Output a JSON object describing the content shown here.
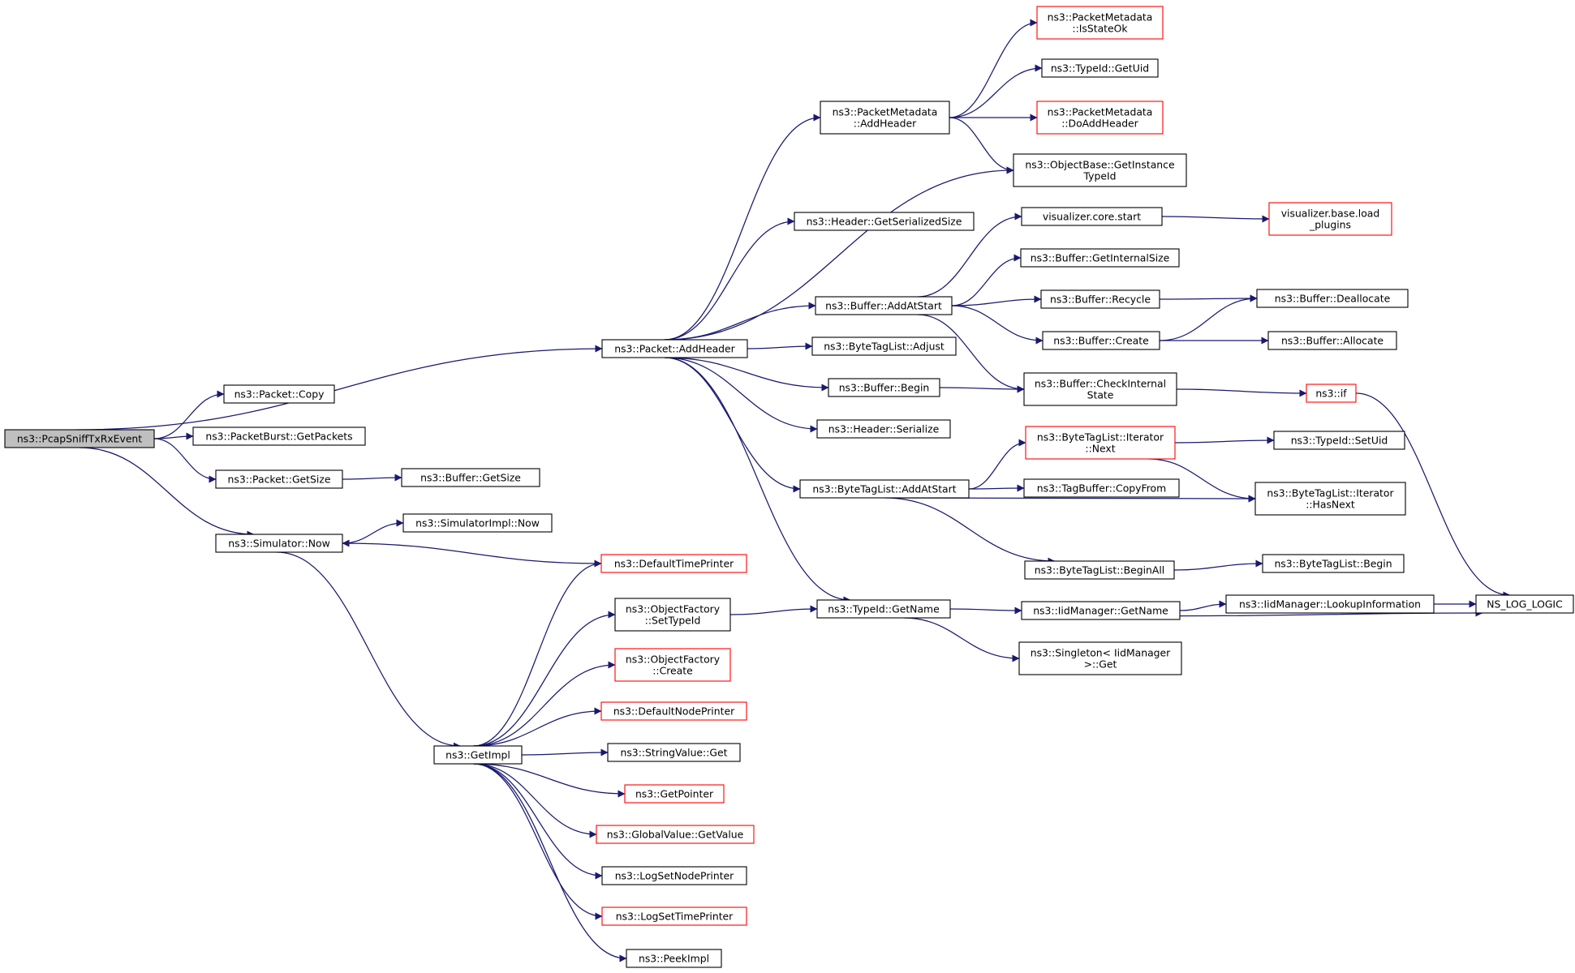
{
  "diagram": {
    "nodes": [
      {
        "id": "root",
        "lines": [
          "ns3::PcapSniffTxRxEvent"
        ],
        "style": "root"
      },
      {
        "id": "pktAddHeader",
        "lines": [
          "ns3::Packet::AddHeader"
        ],
        "style": "normal"
      },
      {
        "id": "pktCopy",
        "lines": [
          "ns3::Packet::Copy"
        ],
        "style": "normal"
      },
      {
        "id": "pbGetPackets",
        "lines": [
          "ns3::PacketBurst::GetPackets"
        ],
        "style": "normal"
      },
      {
        "id": "pktGetSize",
        "lines": [
          "ns3::Packet::GetSize"
        ],
        "style": "normal"
      },
      {
        "id": "bufGetSize",
        "lines": [
          "ns3::Buffer::GetSize"
        ],
        "style": "normal"
      },
      {
        "id": "simNow",
        "lines": [
          "ns3::Simulator::Now"
        ],
        "style": "normal"
      },
      {
        "id": "simImplNow",
        "lines": [
          "ns3::SimulatorImpl::Now"
        ],
        "style": "normal"
      },
      {
        "id": "defTimePrinter",
        "lines": [
          "ns3::DefaultTimePrinter"
        ],
        "style": "red"
      },
      {
        "id": "getImpl",
        "lines": [
          "ns3::GetImpl"
        ],
        "style": "normal"
      },
      {
        "id": "ofSetTypeId",
        "lines": [
          "ns3::ObjectFactory",
          "::SetTypeId"
        ],
        "style": "normal"
      },
      {
        "id": "ofCreate",
        "lines": [
          "ns3::ObjectFactory",
          "::Create"
        ],
        "style": "red"
      },
      {
        "id": "defNodePrinter",
        "lines": [
          "ns3::DefaultNodePrinter"
        ],
        "style": "red"
      },
      {
        "id": "strValGet",
        "lines": [
          "ns3::StringValue::Get"
        ],
        "style": "normal"
      },
      {
        "id": "getPointer",
        "lines": [
          "ns3::GetPointer"
        ],
        "style": "red"
      },
      {
        "id": "gvGetValue",
        "lines": [
          "ns3::GlobalValue::GetValue"
        ],
        "style": "red"
      },
      {
        "id": "logSetNode",
        "lines": [
          "ns3::LogSetNodePrinter"
        ],
        "style": "normal"
      },
      {
        "id": "logSetTime",
        "lines": [
          "ns3::LogSetTimePrinter"
        ],
        "style": "red"
      },
      {
        "id": "peekImpl",
        "lines": [
          "ns3::PeekImpl"
        ],
        "style": "normal"
      },
      {
        "id": "pmAddHeader",
        "lines": [
          "ns3::PacketMetadata",
          "::AddHeader"
        ],
        "style": "normal"
      },
      {
        "id": "hdrGetSerSize",
        "lines": [
          "ns3::Header::GetSerializedSize"
        ],
        "style": "normal"
      },
      {
        "id": "bufAddAtStart",
        "lines": [
          "ns3::Buffer::AddAtStart"
        ],
        "style": "normal"
      },
      {
        "id": "btlAdjust",
        "lines": [
          "ns3::ByteTagList::Adjust"
        ],
        "style": "normal"
      },
      {
        "id": "bufBegin",
        "lines": [
          "ns3::Buffer::Begin"
        ],
        "style": "normal"
      },
      {
        "id": "hdrSerialize",
        "lines": [
          "ns3::Header::Serialize"
        ],
        "style": "normal"
      },
      {
        "id": "btlAddAtStart",
        "lines": [
          "ns3::ByteTagList::AddAtStart"
        ],
        "style": "normal"
      },
      {
        "id": "tidGetName",
        "lines": [
          "ns3::TypeId::GetName"
        ],
        "style": "normal"
      },
      {
        "id": "pmIsStateOk",
        "lines": [
          "ns3::PacketMetadata",
          "::IsStateOk"
        ],
        "style": "red"
      },
      {
        "id": "tidGetUid",
        "lines": [
          "ns3::TypeId::GetUid"
        ],
        "style": "normal"
      },
      {
        "id": "pmDoAddHeader",
        "lines": [
          "ns3::PacketMetadata",
          "::DoAddHeader"
        ],
        "style": "red"
      },
      {
        "id": "obGetInstTid",
        "lines": [
          "ns3::ObjectBase::GetInstance",
          "TypeId"
        ],
        "style": "normal"
      },
      {
        "id": "vizStart",
        "lines": [
          "visualizer.core.start"
        ],
        "style": "normal"
      },
      {
        "id": "bufGetIntSize",
        "lines": [
          "ns3::Buffer::GetInternalSize"
        ],
        "style": "normal"
      },
      {
        "id": "bufRecycle",
        "lines": [
          "ns3::Buffer::Recycle"
        ],
        "style": "normal"
      },
      {
        "id": "bufCreate",
        "lines": [
          "ns3::Buffer::Create"
        ],
        "style": "normal"
      },
      {
        "id": "bufCheckInt",
        "lines": [
          "ns3::Buffer::CheckInternal",
          "State"
        ],
        "style": "normal"
      },
      {
        "id": "btlIterNext",
        "lines": [
          "ns3::ByteTagList::Iterator",
          "::Next"
        ],
        "style": "red"
      },
      {
        "id": "tbCopyFrom",
        "lines": [
          "ns3::TagBuffer::CopyFrom"
        ],
        "style": "normal"
      },
      {
        "id": "btlBeginAll",
        "lines": [
          "ns3::ByteTagList::BeginAll"
        ],
        "style": "normal"
      },
      {
        "id": "iidGetName",
        "lines": [
          "ns3::IidManager::GetName"
        ],
        "style": "normal"
      },
      {
        "id": "singletonGet",
        "lines": [
          "ns3::Singleton< IidManager",
          ">::Get"
        ],
        "style": "normal"
      },
      {
        "id": "vizLoadPlugins",
        "lines": [
          "visualizer.base.load",
          "_plugins"
        ],
        "style": "red"
      },
      {
        "id": "bufDealloc",
        "lines": [
          "ns3::Buffer::Deallocate"
        ],
        "style": "normal"
      },
      {
        "id": "bufAlloc",
        "lines": [
          "ns3::Buffer::Allocate"
        ],
        "style": "normal"
      },
      {
        "id": "nsIf",
        "lines": [
          "ns3::if"
        ],
        "style": "red"
      },
      {
        "id": "tidSetUid",
        "lines": [
          "ns3::TypeId::SetUid"
        ],
        "style": "normal"
      },
      {
        "id": "btlIterHasNext",
        "lines": [
          "ns3::ByteTagList::Iterator",
          "::HasNext"
        ],
        "style": "normal"
      },
      {
        "id": "btlBegin",
        "lines": [
          "ns3::ByteTagList::Begin"
        ],
        "style": "normal"
      },
      {
        "id": "iidLookup",
        "lines": [
          "ns3::IidManager::LookupInformation"
        ],
        "style": "normal"
      },
      {
        "id": "nsLogLogic",
        "lines": [
          "NS_LOG_LOGIC"
        ],
        "style": "normal"
      }
    ],
    "edges": [
      [
        "root",
        "pktAddHeader"
      ],
      [
        "root",
        "pktCopy"
      ],
      [
        "root",
        "pbGetPackets"
      ],
      [
        "root",
        "pktGetSize"
      ],
      [
        "root",
        "simNow"
      ],
      [
        "pktGetSize",
        "bufGetSize"
      ],
      [
        "simNow",
        "simImplNow"
      ],
      [
        "simNow",
        "getImpl"
      ],
      [
        "defTimePrinter",
        "simNow"
      ],
      [
        "getImpl",
        "defTimePrinter"
      ],
      [
        "getImpl",
        "ofSetTypeId"
      ],
      [
        "getImpl",
        "ofCreate"
      ],
      [
        "getImpl",
        "defNodePrinter"
      ],
      [
        "getImpl",
        "strValGet"
      ],
      [
        "getImpl",
        "getPointer"
      ],
      [
        "getImpl",
        "gvGetValue"
      ],
      [
        "getImpl",
        "logSetNode"
      ],
      [
        "getImpl",
        "logSetTime"
      ],
      [
        "getImpl",
        "peekImpl"
      ],
      [
        "ofSetTypeId",
        "tidGetName"
      ],
      [
        "pktAddHeader",
        "pmAddHeader"
      ],
      [
        "pktAddHeader",
        "hdrGetSerSize"
      ],
      [
        "pktAddHeader",
        "obGetInstTid"
      ],
      [
        "pktAddHeader",
        "bufAddAtStart"
      ],
      [
        "pktAddHeader",
        "btlAdjust"
      ],
      [
        "pktAddHeader",
        "bufBegin"
      ],
      [
        "pktAddHeader",
        "hdrSerialize"
      ],
      [
        "pktAddHeader",
        "btlAddAtStart"
      ],
      [
        "pktAddHeader",
        "tidGetName"
      ],
      [
        "pmAddHeader",
        "pmIsStateOk"
      ],
      [
        "pmAddHeader",
        "tidGetUid"
      ],
      [
        "pmAddHeader",
        "pmDoAddHeader"
      ],
      [
        "pmAddHeader",
        "obGetInstTid"
      ],
      [
        "bufAddAtStart",
        "vizStart"
      ],
      [
        "bufAddAtStart",
        "bufGetIntSize"
      ],
      [
        "bufAddAtStart",
        "bufRecycle"
      ],
      [
        "bufAddAtStart",
        "bufCreate"
      ],
      [
        "bufAddAtStart",
        "bufCheckInt"
      ],
      [
        "bufBegin",
        "bufCheckInt"
      ],
      [
        "btlAddAtStart",
        "btlIterNext"
      ],
      [
        "btlAddAtStart",
        "tbCopyFrom"
      ],
      [
        "btlAddAtStart",
        "btlIterHasNext"
      ],
      [
        "btlAddAtStart",
        "btlBeginAll"
      ],
      [
        "tidGetName",
        "iidGetName"
      ],
      [
        "tidGetName",
        "singletonGet"
      ],
      [
        "vizStart",
        "vizLoadPlugins"
      ],
      [
        "bufRecycle",
        "bufDealloc"
      ],
      [
        "bufCreate",
        "bufDealloc"
      ],
      [
        "bufCreate",
        "bufAlloc"
      ],
      [
        "bufCheckInt",
        "nsIf"
      ],
      [
        "nsIf",
        "nsLogLogic"
      ],
      [
        "btlIterNext",
        "tidSetUid"
      ],
      [
        "btlIterNext",
        "btlIterHasNext"
      ],
      [
        "btlBeginAll",
        "btlBegin"
      ],
      [
        "iidGetName",
        "iidLookup"
      ],
      [
        "iidGetName",
        "nsLogLogic"
      ],
      [
        "iidLookup",
        "nsLogLogic"
      ]
    ],
    "colors": {
      "edge": "#191970",
      "red_border": "#ff0000",
      "root_fill": "#bfbfbf"
    }
  }
}
